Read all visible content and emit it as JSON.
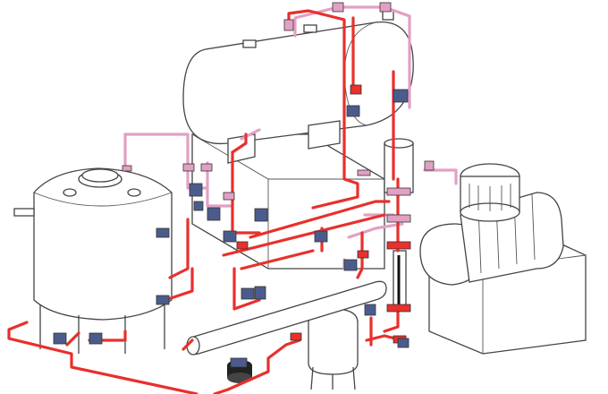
{
  "colors": {
    "red_pipe": "#e8302c",
    "pink_pipe": "#e2a0c4",
    "valve_blue": "#4b5c8c",
    "outline": "#444444"
  },
  "icons": {
    "horizontal_tank": "horizontal-cylindrical-tank",
    "vertical_tank": "vertical-storage-tank",
    "pump_motor": "pump-motor",
    "small_vessel": "small-receiver-vessel",
    "valves": "valve",
    "flanges": "flange"
  }
}
